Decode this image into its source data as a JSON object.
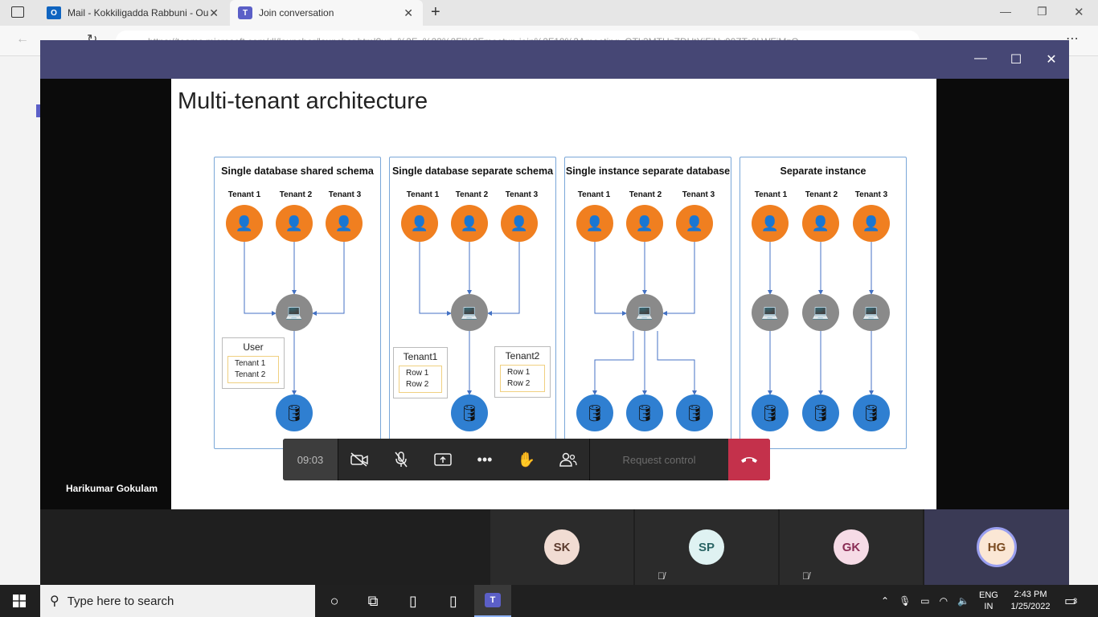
{
  "browser": {
    "tabs": [
      {
        "label": "Mail - Kokkiligadda Rabbuni - Ou",
        "icon": "outlook-icon"
      },
      {
        "label": "Join conversation",
        "icon": "teams-icon"
      }
    ],
    "url": "https://teams.microsoft.com/dl/launcher/launcher.html?url=%2F_%23%2Fl%2Fmeetup-join%2F19%3Ameeting_OTk3MTUzZDUtYjFjNy00ZTc2LWFiMzQ"
  },
  "slide": {
    "title": "Multi-tenant architecture",
    "panels": [
      {
        "title": "Single database shared schema",
        "tenants": [
          "Tenant 1",
          "Tenant 2",
          "Tenant 3"
        ]
      },
      {
        "title": "Single database separate schema",
        "tenants": [
          "Tenant 1",
          "Tenant 2",
          "Tenant 3"
        ]
      },
      {
        "title": "Single instance separate database",
        "tenants": [
          "Tenant 1",
          "Tenant 2",
          "Tenant 3"
        ]
      },
      {
        "title": "Separate instance",
        "tenants": [
          "Tenant 1",
          "Tenant 2",
          "Tenant 3"
        ]
      }
    ],
    "user_box": {
      "header": "User",
      "rows": [
        "Tenant 1",
        "Tenant 2"
      ]
    },
    "tenant1_box": {
      "header": "Tenant1",
      "rows": [
        "Row 1",
        "Row 2"
      ]
    },
    "tenant2_box": {
      "header": "Tenant2",
      "rows": [
        "Row 1",
        "Row 2"
      ]
    }
  },
  "call": {
    "timer": "09:03",
    "request_control": "Request control",
    "speaker": "Harikumar Gokulam",
    "participants": [
      {
        "initials": "SK",
        "bg": "#f1dcd3",
        "fg": "#5c3b2e",
        "muted": false
      },
      {
        "initials": "SP",
        "bg": "#dff2f2",
        "fg": "#2a6565",
        "muted": true
      },
      {
        "initials": "GK",
        "bg": "#f6dbe6",
        "fg": "#8a2d55",
        "muted": true
      },
      {
        "initials": "HG",
        "bg": "#fbe7d5",
        "fg": "#7a4a20",
        "muted": false
      }
    ]
  },
  "taskbar": {
    "search_placeholder": "Type here to search",
    "lang_top": "ENG",
    "lang_bottom": "IN",
    "time": "2:43 PM",
    "date": "1/25/2022",
    "notifications": "3"
  }
}
